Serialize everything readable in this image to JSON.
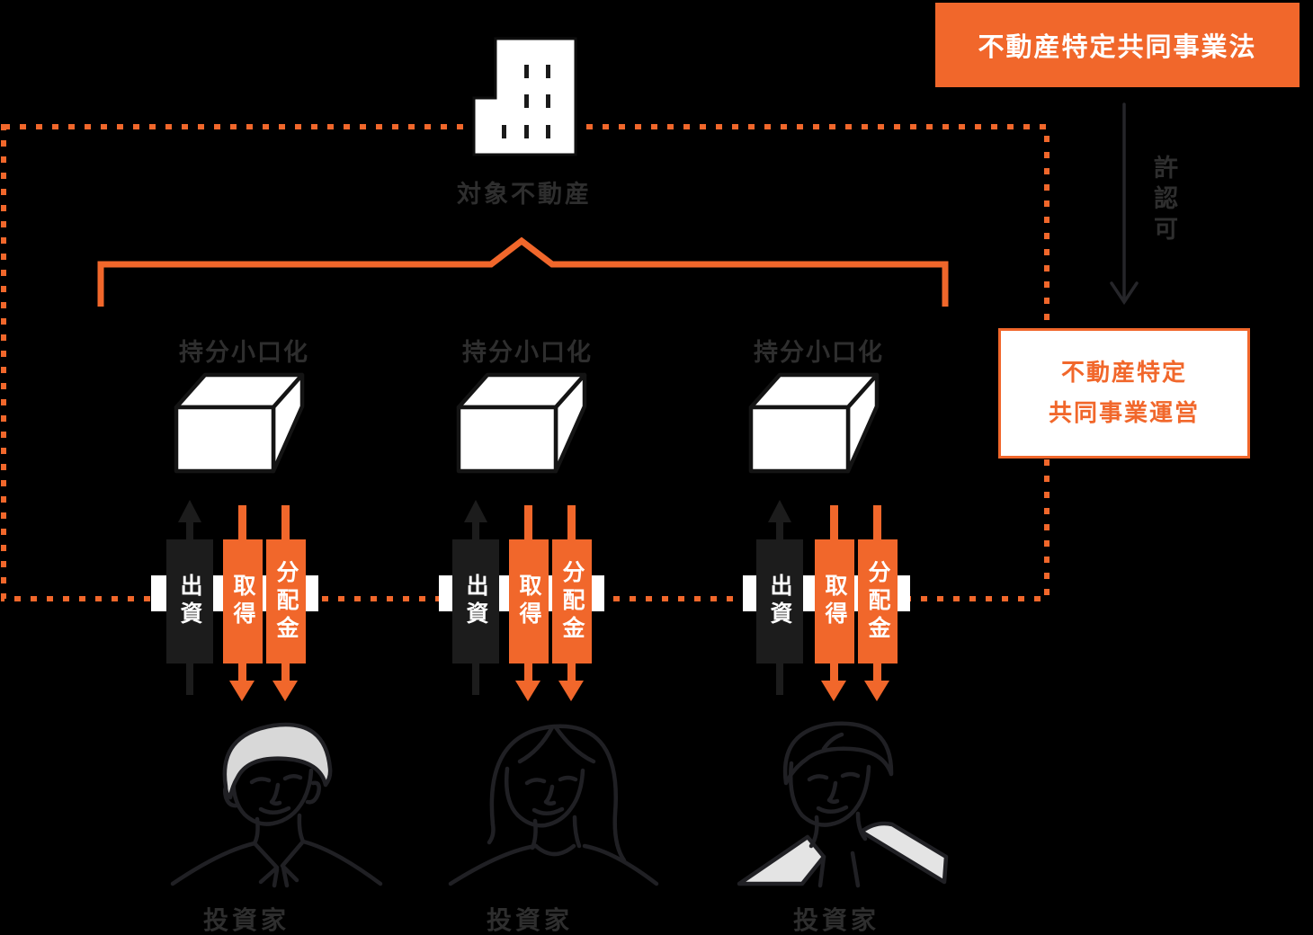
{
  "colors": {
    "background": "#000000",
    "orange_accent": "#F1672B",
    "invest_box_black": "#1C1C1C",
    "muted_label_gray": "#2E2E2E",
    "white": "#FFFFFF",
    "hair_gray": "#D8D8D8",
    "jacket_gray": "#E4E4E4"
  },
  "law_box": {
    "label": "不動産特定共同事業法"
  },
  "license_arrow": {
    "label": "許認可"
  },
  "operator_box": {
    "line1": "不動産特定",
    "line2": "共同事業運営"
  },
  "property": {
    "label": "対象不動産"
  },
  "unit_groups": [
    {
      "unit_label": "持分小口化",
      "invest_label": "出資",
      "acquire_label": "取得",
      "dividend_label": "分配金",
      "investor_label": "投資家"
    },
    {
      "unit_label": "持分小口化",
      "invest_label": "出資",
      "acquire_label": "取得",
      "dividend_label": "分配金",
      "investor_label": "投資家"
    },
    {
      "unit_label": "持分小口化",
      "invest_label": "出資",
      "acquire_label": "取得",
      "dividend_label": "分配金",
      "investor_label": "投資家"
    }
  ]
}
